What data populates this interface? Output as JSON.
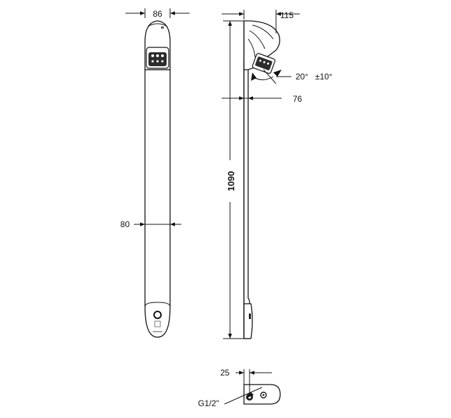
{
  "dimensions": {
    "front_top_width": "86",
    "front_column_width": "80",
    "side_head_depth": "115",
    "side_angle": "20°",
    "side_angle_tolerance": "±10°",
    "side_column_depth": "76",
    "total_height": "1090",
    "bottom_offset": "25",
    "thread": "G1/2\""
  }
}
